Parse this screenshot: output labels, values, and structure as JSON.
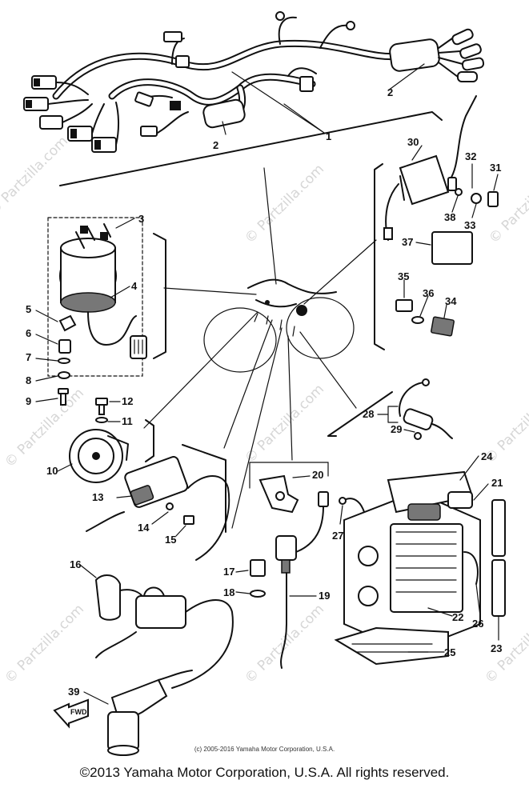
{
  "diagram": {
    "callouts": [
      "1",
      "2",
      "2",
      "3",
      "4",
      "5",
      "6",
      "7",
      "8",
      "9",
      "10",
      "11",
      "12",
      "13",
      "14",
      "15",
      "16",
      "17",
      "18",
      "19",
      "20",
      "21",
      "22",
      "23",
      "24",
      "25",
      "26",
      "27",
      "28",
      "29",
      "30",
      "31",
      "32",
      "33",
      "34",
      "35",
      "36",
      "37",
      "38",
      "39"
    ],
    "watermark_text": "© Partzilla.com",
    "fwd_label": "FWD",
    "small_copyright": "(c) 2005-2016 Yamaha Motor Corporation, U.S.A.",
    "main_copyright": "©2013 Yamaha Motor Corporation, U.S.A. All rights reserved."
  },
  "colors": {
    "line": "#111111",
    "background": "#ffffff",
    "watermark": "#d6d6d6"
  }
}
